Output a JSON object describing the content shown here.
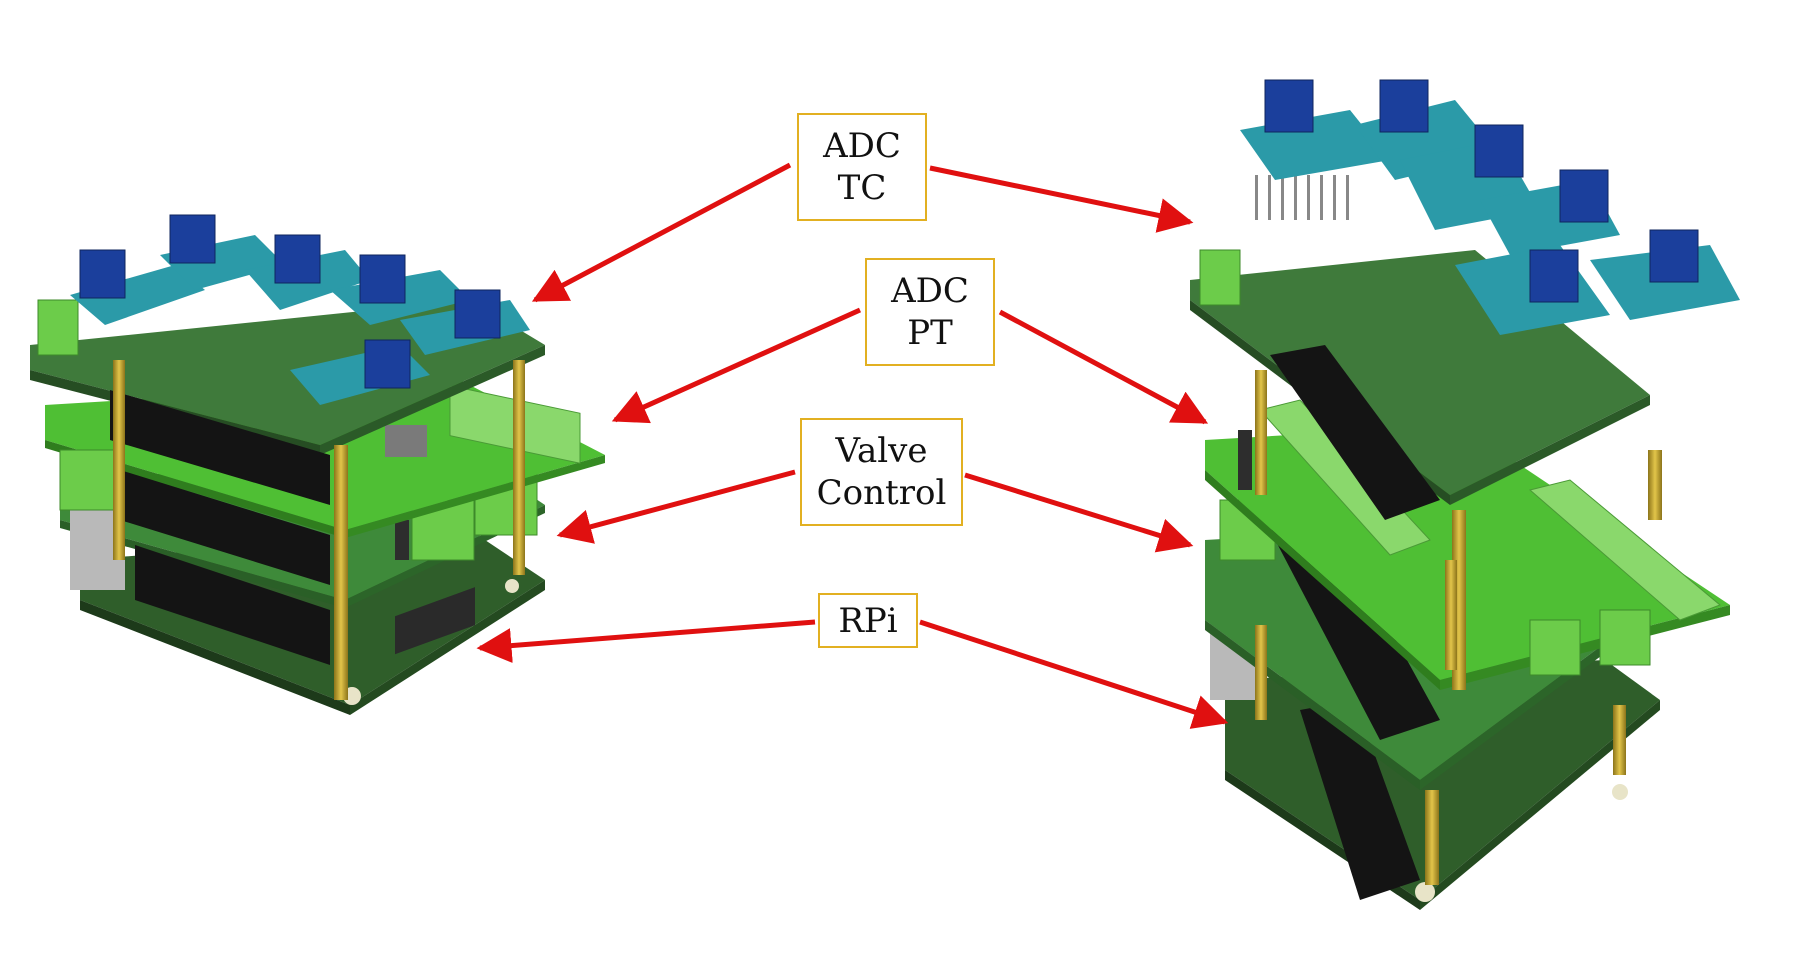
{
  "labels": {
    "adc_tc": [
      "ADC",
      "TC"
    ],
    "adc_pt": [
      "ADC",
      "PT"
    ],
    "valve_control": [
      "Valve",
      "Control"
    ],
    "rpi": [
      "RPi"
    ]
  },
  "colors": {
    "arrow": "#e01010",
    "label_border": "#e2b021",
    "board_green_dark": "#3f7a3b",
    "board_green_light": "#4fbf34",
    "board_rpi": "#2f5e2a",
    "sensor_teal": "#2b9aa8",
    "terminal_blue": "#1b3f9c",
    "terminal_green": "#7ad65a",
    "standoff_gold": "#c7a82b",
    "header_black": "#141414"
  },
  "diagram_parts": {
    "left_model": "assembled-stack",
    "right_model": "exploded-stack"
  }
}
